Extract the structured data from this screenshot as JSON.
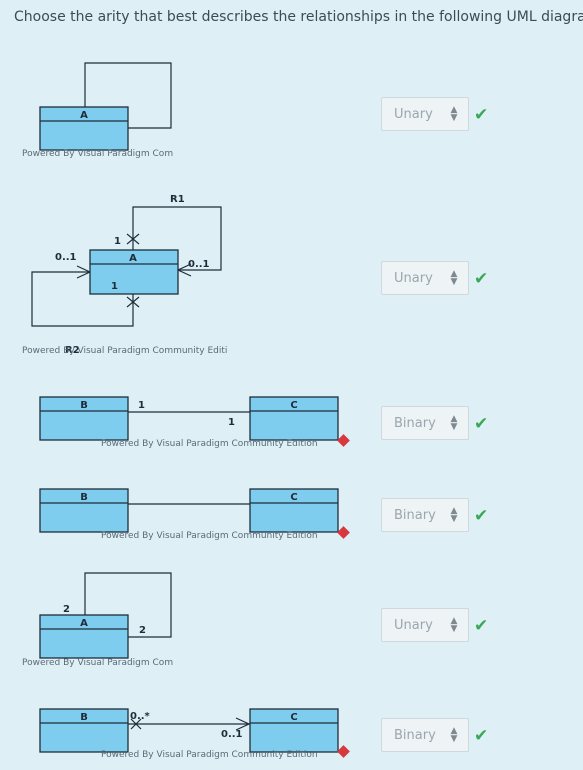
{
  "question": "Choose the arity that best describes the relationships in the following UML diagrams:",
  "items": [
    {
      "classes": [
        "A"
      ],
      "labels": [],
      "watermark": "Powered By Visual Paradigm Com",
      "answer": "Unary"
    },
    {
      "classes": [
        "A"
      ],
      "labels": [
        "R1",
        "1",
        "0..1",
        "0..1",
        "1",
        "R2"
      ],
      "watermark": "Powered By Visual Paradigm Community Editi",
      "answer": "Unary"
    },
    {
      "classes": [
        "B",
        "C"
      ],
      "labels": [
        "1",
        "1"
      ],
      "watermark": "Powered By Visual Paradigm Community Edition",
      "answer": "Binary"
    },
    {
      "classes": [
        "B",
        "C"
      ],
      "labels": [],
      "watermark": "Powered By Visual Paradigm Community Edition",
      "answer": "Binary"
    },
    {
      "classes": [
        "A"
      ],
      "labels": [
        "2",
        "2"
      ],
      "watermark": "Powered By Visual Paradigm Com",
      "answer": "Unary"
    },
    {
      "classes": [
        "B",
        "C"
      ],
      "labels": [
        "0..*",
        "0..1"
      ],
      "watermark": "Powered By Visual Paradigm Community Edition",
      "answer": "Binary"
    }
  ],
  "select_arrows": "▲▼",
  "check_icon": "check-icon",
  "colors": {
    "background": "#def0f6",
    "class_fill": "#7fcdee",
    "check": "#3aa856"
  }
}
